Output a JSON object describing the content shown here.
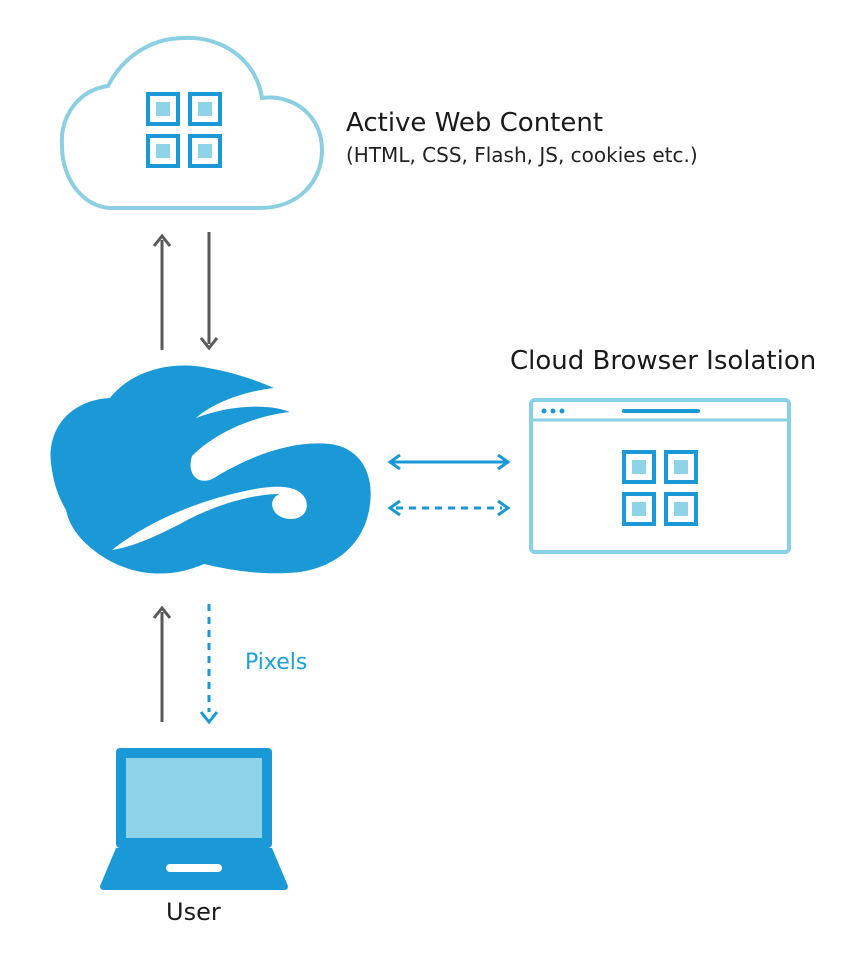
{
  "labels": {
    "active_web_content": "Active Web Content",
    "active_web_content_sub": "(HTML, CSS, Flash, JS, cookies etc.)",
    "cloud_browser_isolation": "Cloud Browser Isolation",
    "pixels": "Pixels",
    "user": "User"
  },
  "colors": {
    "brand_blue": "#1a99d6",
    "light_blue": "#88d0e6",
    "tile_fill": "#8fd3e8",
    "arrow_gray": "#5a5a5a",
    "outline_light": "#8ccfe3"
  },
  "icons": {
    "internet_cloud": "cloud-outline-icon",
    "isolation_cloud": "zscaler-cloud-logo",
    "browser_window": "browser-window-icon",
    "laptop": "laptop-icon",
    "content_grid": "grid-icon"
  }
}
